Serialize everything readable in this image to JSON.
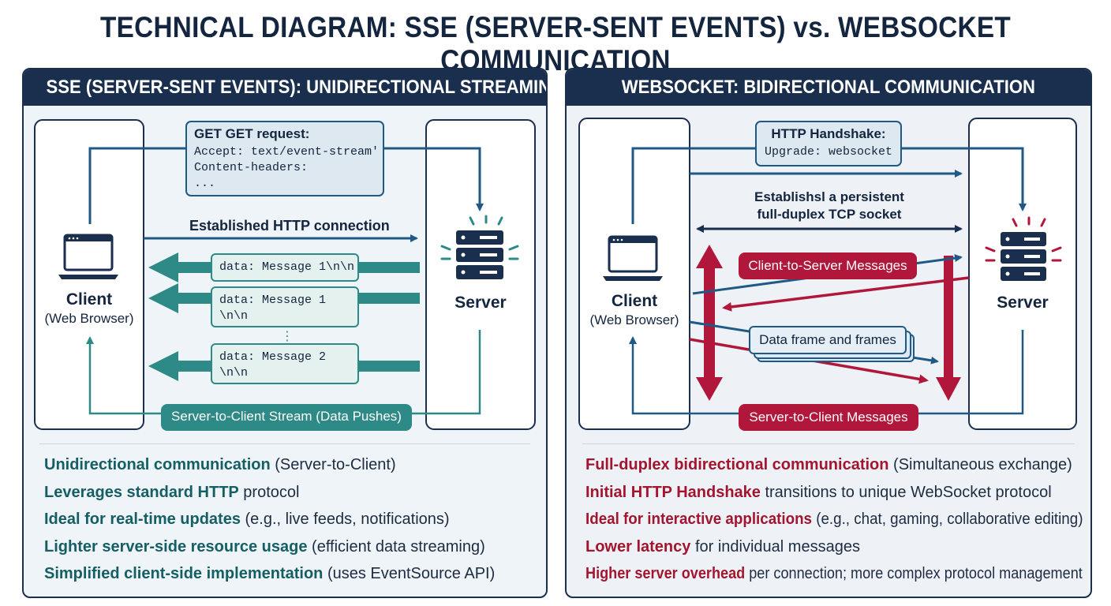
{
  "title": "TECHNICAL DIAGRAM: SSE (SERVER-SENT EVENTS) vs. WEBSOCKET COMMUNICATION",
  "sse": {
    "header": "SSE (SERVER-SENT EVENTS): UNIDIRECTIONAL STREAMING",
    "client_label": "Client",
    "client_sub": "(Web Browser)",
    "server_label": "Server",
    "request_box": {
      "title": "GET GET request:",
      "line1": "Accept: text/event-stream'",
      "line2": "Content-headers:",
      "line3": "..."
    },
    "connection_label": "Established HTTP connection",
    "messages": [
      {
        "line1": "data: Message 1\\n\\n",
        "line2": ""
      },
      {
        "line1": "data: Message 1",
        "line2": "\\n\\n"
      },
      {
        "line1": "data: Message 2",
        "line2": "\\n\\n"
      }
    ],
    "ellipsis": "⋮",
    "stream_label": "Server-to-Client Stream (Data Pushes)",
    "bullets": [
      {
        "bold": "Unidirectional communication",
        "rest": " (Server-to-Client)"
      },
      {
        "bold": "Leverages standard HTTP",
        "rest": " protocol"
      },
      {
        "bold": "Ideal for real-time updates",
        "rest": " (e.g., live feeds, notifications)"
      },
      {
        "bold": "Lighter server-side resource usage",
        "rest": " (efficient data streaming)"
      },
      {
        "bold": "Simplified client-side implementation",
        "rest": " (uses EventSource API)"
      }
    ],
    "colors": {
      "accent": "#2e8a86",
      "line": "#1f5a86"
    }
  },
  "ws": {
    "header": "WEBSOCKET: BIDIRECTIONAL COMMUNICATION",
    "client_label": "Client",
    "client_sub": "(Web Browser)",
    "server_label": "Server",
    "handshake_box": {
      "title": "HTTP Handshake:",
      "line1": "Upgrade: websocket"
    },
    "socket_label_1": "Establishsl a persistent",
    "socket_label_2": "full-duplex TCP socket",
    "c2s_label": "Client-to-Server Messages",
    "frames_label": "Data frame and frames",
    "s2c_label": "Server-to-Client Messages",
    "bullets": [
      {
        "bold": "Full-duplex bidirectional communication",
        "rest": " (Simultaneous exchange)"
      },
      {
        "bold": "Initial HTTP Handshake",
        "rest": " transitions to unique WebSocket protocol"
      },
      {
        "bold": "Ideal for interactive applications",
        "rest": " (e.g., chat, gaming, collaborative editing)"
      },
      {
        "bold": "Lower latency",
        "rest": " for individual messages"
      },
      {
        "bold": "Higher server overhead",
        "rest": " per connection; more complex protocol management"
      }
    ],
    "colors": {
      "accent": "#b0173a",
      "line": "#1f5a86"
    }
  }
}
